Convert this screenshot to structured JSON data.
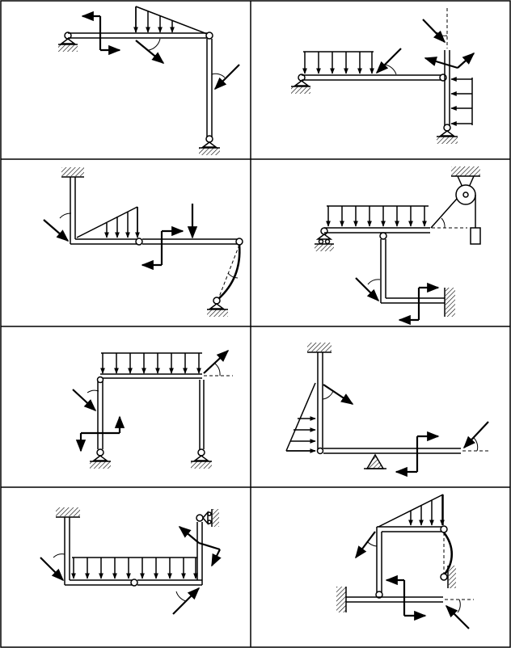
{
  "figure": {
    "layout": "grid",
    "rows": 4,
    "columns": 2,
    "text_labels": [],
    "line_color": "#000000",
    "hatch_color": "#000000",
    "background": "#ffffff",
    "panels": [
      {
        "id": "1",
        "elements": [
          "pin-support",
          "horizontal-beam",
          "triangular-distributed-load",
          "concentrated-force",
          "force-couple",
          "angle-arc",
          "vertical-column",
          "pin-support"
        ]
      },
      {
        "id": "2",
        "elements": [
          "pin-support",
          "horizontal-beam",
          "uniform-distributed-load",
          "concentrated-force",
          "angle-arc",
          "vertical-column",
          "uniform-distributed-load",
          "force-couple",
          "pin-support"
        ]
      },
      {
        "id": "3",
        "elements": [
          "fixed-support",
          "vertical-member",
          "triangular-distributed-load",
          "concentrated-force",
          "angle-arc",
          "hinge",
          "force-couple",
          "curved-member",
          "pin-support"
        ]
      },
      {
        "id": "4",
        "elements": [
          "pin-support",
          "horizontal-beam",
          "uniform-distributed-load",
          "pulley",
          "rope",
          "hanging-weight",
          "angle-arc",
          "hinge",
          "bent-member",
          "concentrated-force",
          "force-couple",
          "fixed-support"
        ]
      },
      {
        "id": "5",
        "elements": [
          "horizontal-beam",
          "uniform-distributed-load",
          "concentrated-force",
          "angle-arc",
          "hinge",
          "vertical-column",
          "force-couple",
          "pin-support",
          "vertical-column",
          "pin-support"
        ]
      },
      {
        "id": "6",
        "elements": [
          "fixed-support",
          "vertical-member",
          "triangular-distributed-load",
          "concentrated-force",
          "angle-arc",
          "horizontal-beam",
          "roller-support",
          "force-couple",
          "concentrated-force"
        ]
      },
      {
        "id": "7",
        "elements": [
          "fixed-support",
          "vertical-member",
          "uniform-distributed-load",
          "concentrated-force",
          "angle-arc",
          "hinge",
          "vertical-member",
          "force-couple",
          "roller-support",
          "concentrated-force"
        ]
      },
      {
        "id": "8",
        "elements": [
          "triangular-distributed-load",
          "horizontal-beam",
          "vertical-member",
          "concentrated-force",
          "angle-arc",
          "curved-member",
          "fixed-support",
          "horizontal-beam",
          "fixed-support",
          "force-couple",
          "concentrated-force"
        ]
      }
    ]
  }
}
